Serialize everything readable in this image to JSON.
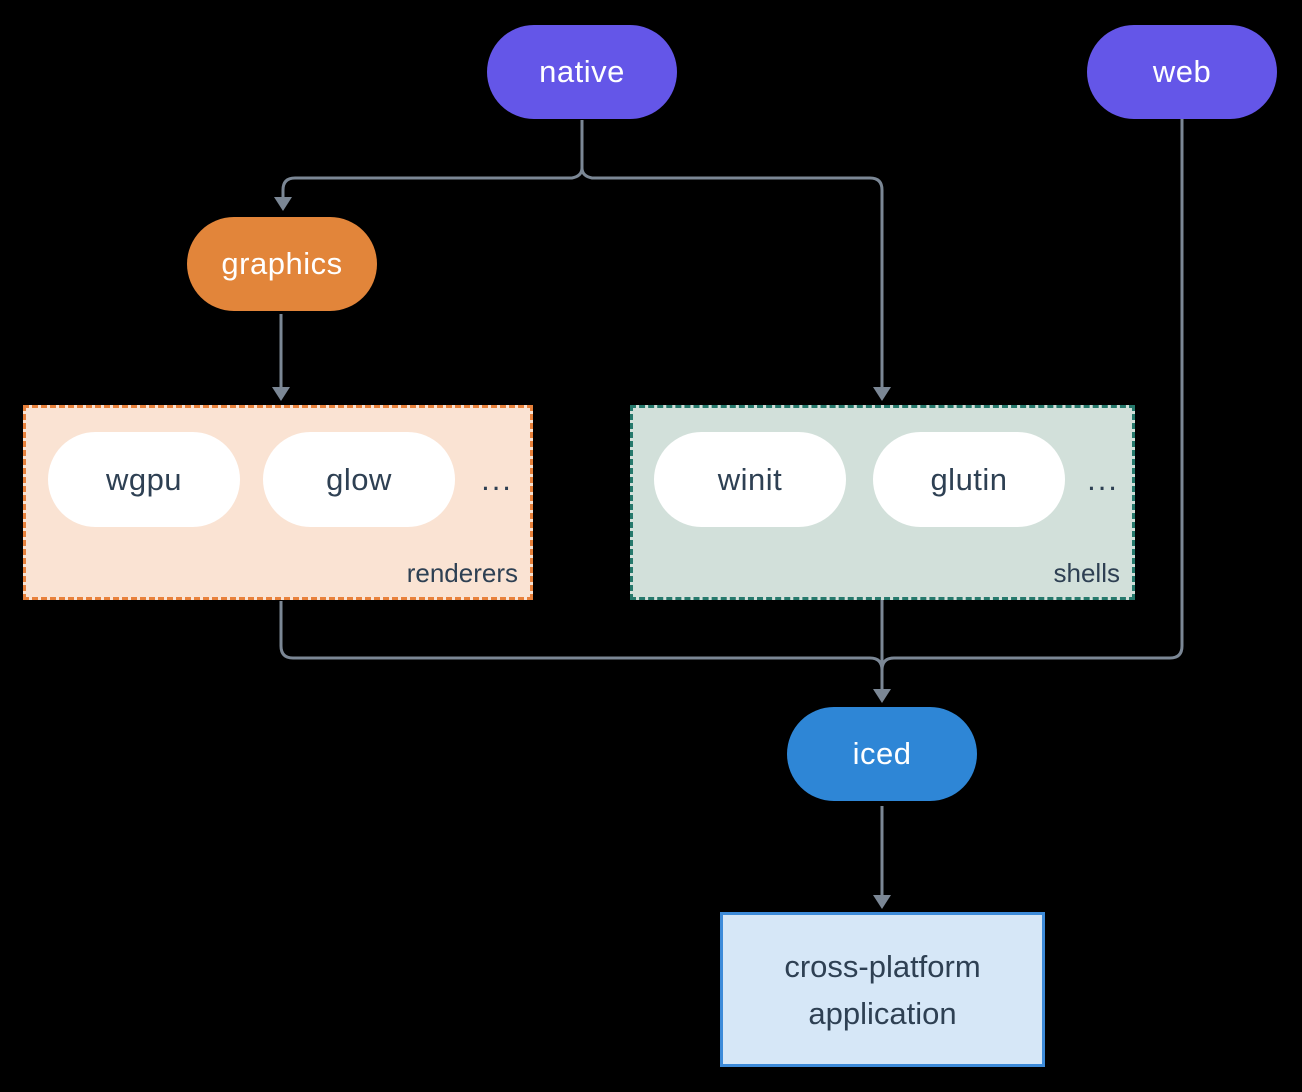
{
  "diagram": {
    "background_color": "#000000",
    "line_color": "#7b8795",
    "text_color": "#2e4053",
    "nodes": {
      "native": {
        "label": "native",
        "color": "#6456e8"
      },
      "web": {
        "label": "web",
        "color": "#6456e8"
      },
      "graphics": {
        "label": "graphics",
        "color": "#e2853a"
      },
      "iced": {
        "label": "iced",
        "color": "#2e86d6"
      },
      "application": {
        "label": "cross-platform application",
        "line1": "cross-platform",
        "line2": "application",
        "fill_color": "#d6e7f7",
        "border_color": "#3d8bd9"
      }
    },
    "groups": {
      "renderers": {
        "label": "renderers",
        "items": [
          "wgpu",
          "glow"
        ],
        "ellipsis": "...",
        "fill_color": "#fae3d3",
        "border_color": "#e8813b"
      },
      "shells": {
        "label": "shells",
        "items": [
          "winit",
          "glutin"
        ],
        "ellipsis": "...",
        "fill_color": "#d2e0da",
        "border_color": "#26796c"
      }
    },
    "edges": [
      {
        "from": "native",
        "to": "graphics"
      },
      {
        "from": "native",
        "to": "shells"
      },
      {
        "from": "graphics",
        "to": "renderers"
      },
      {
        "from": "renderers",
        "to": "iced"
      },
      {
        "from": "shells",
        "to": "iced"
      },
      {
        "from": "web",
        "to": "iced"
      },
      {
        "from": "iced",
        "to": "application"
      }
    ]
  }
}
